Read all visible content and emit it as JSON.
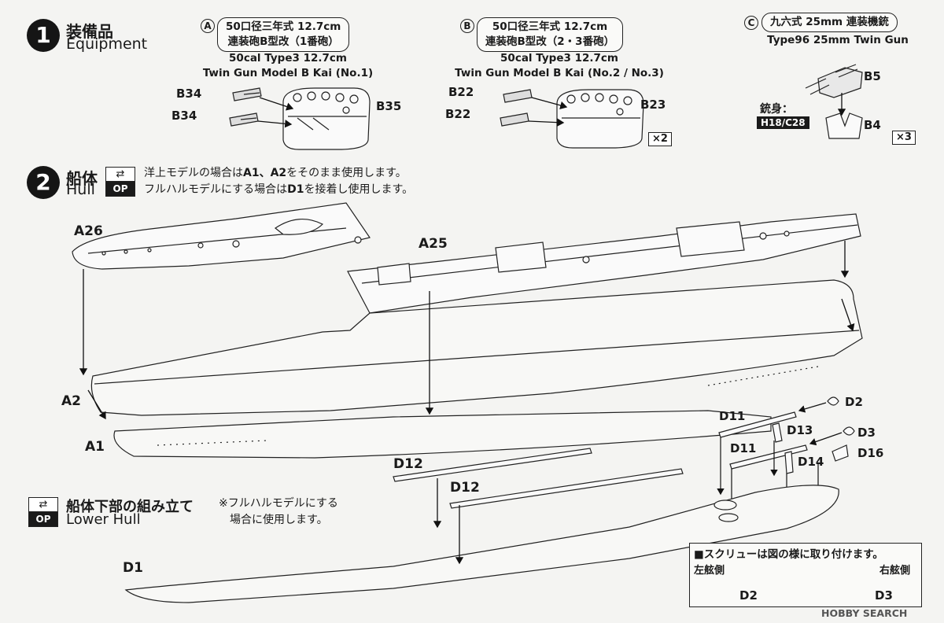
{
  "step1": {
    "number": "1",
    "title_jp": "装備品",
    "title_en": "Equipment",
    "groupA": {
      "letter": "A",
      "name_jp_line1": "50口径三年式 12.7cm",
      "name_jp_line2": "連装砲B型改（1番砲）",
      "name_en_line1": "50cal Type3 12.7cm",
      "name_en_line2": "Twin Gun Model B Kai (No.1)",
      "parts": [
        "B34",
        "B34",
        "B35"
      ]
    },
    "groupB": {
      "letter": "B",
      "name_jp_line1": "50口径三年式 12.7cm",
      "name_jp_line2": "連装砲B型改（2・3番砲）",
      "name_en_line1": "50cal Type3 12.7cm",
      "name_en_line2": "Twin Gun Model B Kai (No.2 / No.3)",
      "parts": [
        "B22",
        "B22",
        "B23"
      ],
      "qty": "×2"
    },
    "groupC": {
      "letter": "C",
      "name_jp": "九六式 25mm 連装機銃",
      "name_en": "Type96 25mm Twin Gun",
      "barrel_label": "銃身：",
      "barrel_parts": "H18/C28",
      "parts": [
        "B5",
        "B4"
      ],
      "qty": "×3"
    }
  },
  "step2": {
    "number": "2",
    "title_jp": "船体",
    "title_en": "Hull",
    "op_label": "OP",
    "note_line1_pre": "洋上モデルの場合は",
    "note_line1_bold": "A1、A2",
    "note_line1_post": "をそのまま使用します。",
    "note_line2_pre": "フルハルモデルにする場合は",
    "note_line2_bold": "D1",
    "note_line2_post": "を接着し使用します。",
    "parts": {
      "a26": "A26",
      "a25": "A25",
      "a2": "A2",
      "a1": "A1",
      "d11a": "D11",
      "d11b": "D11",
      "d2": "D2",
      "d3": "D3",
      "d13": "D13",
      "d14": "D14",
      "d16": "D16"
    }
  },
  "lower_hull": {
    "op_label": "OP",
    "title_jp": "船体下部の組み立て",
    "title_en": "Lower Hull",
    "note_line1": "※フルハルモデルにする",
    "note_line2": "場合に使用します。",
    "parts": {
      "d12a": "D12",
      "d12b": "D12",
      "d1": "D1"
    }
  },
  "screw_box": {
    "title": "■スクリューは図の様に取り付けます。",
    "port": "左舷側",
    "starboard": "右舷側",
    "left_part": "D2",
    "right_part": "D3"
  },
  "watermark": "HOBBY SEARCH"
}
